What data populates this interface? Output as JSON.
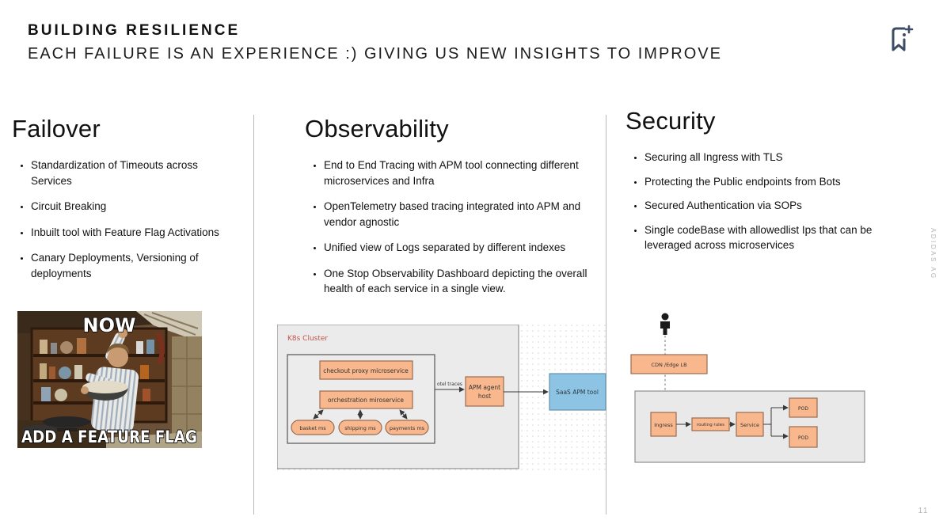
{
  "header": {
    "title": "BUILDING RESILIENCE",
    "subtitle": "EACH FAILURE IS AN EXPERIENCE :) GIVING US NEW INSIGHTS TO IMPROVE"
  },
  "columns": {
    "failover": {
      "title": "Failover",
      "bullets": [
        "Standardization of Timeouts across Services",
        "Circuit Breaking",
        "Inbuilt tool with Feature Flag Activations",
        "Canary Deployments, Versioning of deployments"
      ],
      "meme": {
        "top_text": "NOW",
        "bottom_text": "ADD A FEATURE FLAG"
      }
    },
    "observability": {
      "title": "Observability",
      "bullets": [
        "End to End Tracing with APM tool connecting different microservices and Infra",
        "OpenTelemetry based tracing integrated into APM and vendor agnostic",
        "Unified view of Logs separated by different indexes",
        "One Stop Observability Dashboard depicting the overall health of each service in a single view."
      ],
      "diagram": {
        "cluster_label": "K8s Cluster",
        "checkout_box": "checkout proxy microservice",
        "orchestration_box": "orchestration miroservice",
        "pill_basket": "basket ms",
        "pill_shipping": "shipping ms",
        "pill_payments": "payments ms",
        "arrow_label": "otel traces",
        "apm_agent_line1": "APM agent",
        "apm_agent_line2": "host",
        "saas_apm": "SaaS APM tool"
      }
    },
    "security": {
      "title": "Security",
      "bullets": [
        "Securing all Ingress with TLS",
        "Protecting the Public endpoints from Bots",
        "Secured Authentication via SOPs",
        "Single codeBase with allowedlist Ips that can be leveraged across microservices"
      ],
      "diagram": {
        "cdn_box": "CDN /Edge LB",
        "ingress": "Ingress",
        "routing": "routing rules",
        "service": "Service",
        "pod_top": "POD",
        "pod_bottom": "POD"
      }
    }
  },
  "footer": {
    "watermark": "ADIDAS AG",
    "page_number": "11"
  },
  "colors": {
    "box_orange": "#f8b78c",
    "box_orange_border": "#9a6c50",
    "box_blue": "#8ec4e3",
    "cluster_label_red": "#c0544a",
    "diagram_gray": "#ebebeb",
    "logo_navy": "#3d4d66"
  }
}
